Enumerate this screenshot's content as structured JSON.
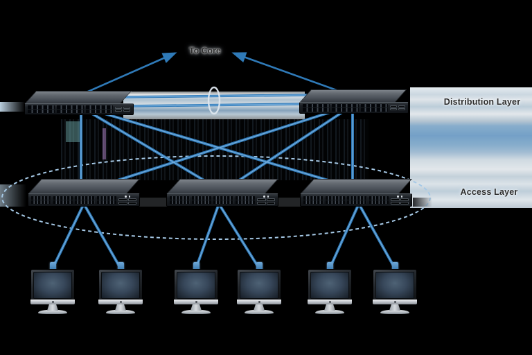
{
  "labels": {
    "to_core": "To Core",
    "distribution_layer": "Distribution Layer",
    "access_layer": "Access Layer"
  },
  "topology": {
    "core_uplink_arrows": 2,
    "distribution": {
      "label": "Distribution Layer",
      "switches": [
        "distribution-switch-1",
        "distribution-switch-2"
      ],
      "interconnect_links": 2,
      "interconnect_aggregated": true
    },
    "access": {
      "label": "Access Layer",
      "switches": [
        "access-switch-1",
        "access-switch-2",
        "access-switch-3"
      ],
      "enclosed_by_dashed_ring": true
    },
    "endpoints": {
      "computers": 6,
      "computers_per_access_switch": 2
    },
    "links": [
      "distribution-switch-1 - access-switch-1",
      "distribution-switch-1 - access-switch-2",
      "distribution-switch-1 - access-switch-3",
      "distribution-switch-2 - access-switch-1",
      "distribution-switch-2 - access-switch-2",
      "distribution-switch-2 - access-switch-3"
    ]
  },
  "colors": {
    "link": "#2F7AB8",
    "link_highlight": "#7DB3E0",
    "dashed_ring": "#A6C9E6",
    "label_text": "#2E2E2E",
    "background": "#000000"
  }
}
